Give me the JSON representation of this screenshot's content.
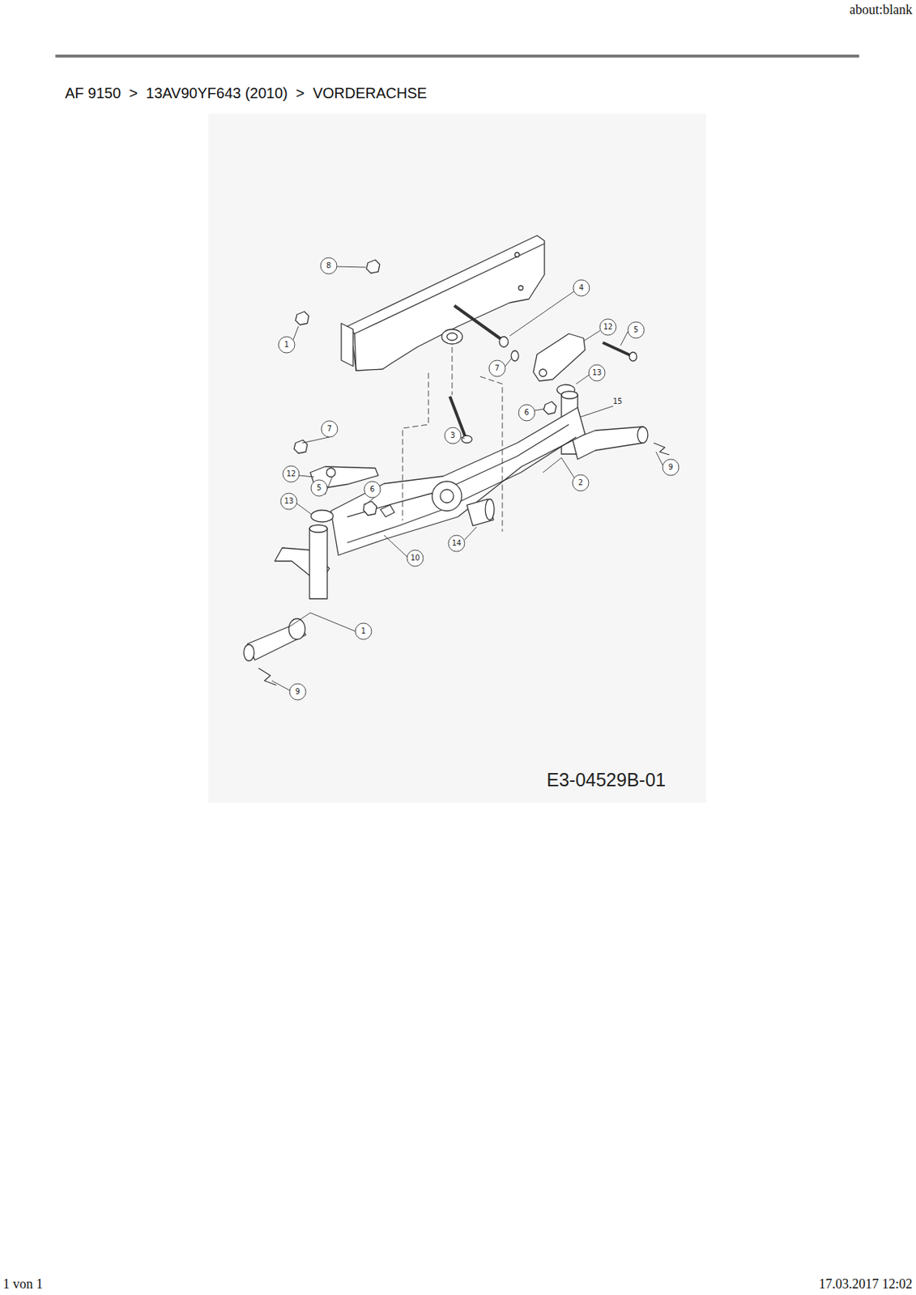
{
  "diagram": {
    "title": "AF 9150  >  13AV90YF643 (2010)  >  VORDERACHSE",
    "caption": "E3-04529B-01",
    "labels": [
      "about:blank",
      "8",
      "1",
      "4",
      "12",
      "5",
      "7",
      "13",
      "6",
      "15",
      "3",
      "7",
      "12",
      "5",
      "6",
      "9",
      "2",
      "13",
      "14",
      "10",
      "1",
      "9",
      "1 von 1",
      "17.03.2017 12:02"
    ]
  }
}
